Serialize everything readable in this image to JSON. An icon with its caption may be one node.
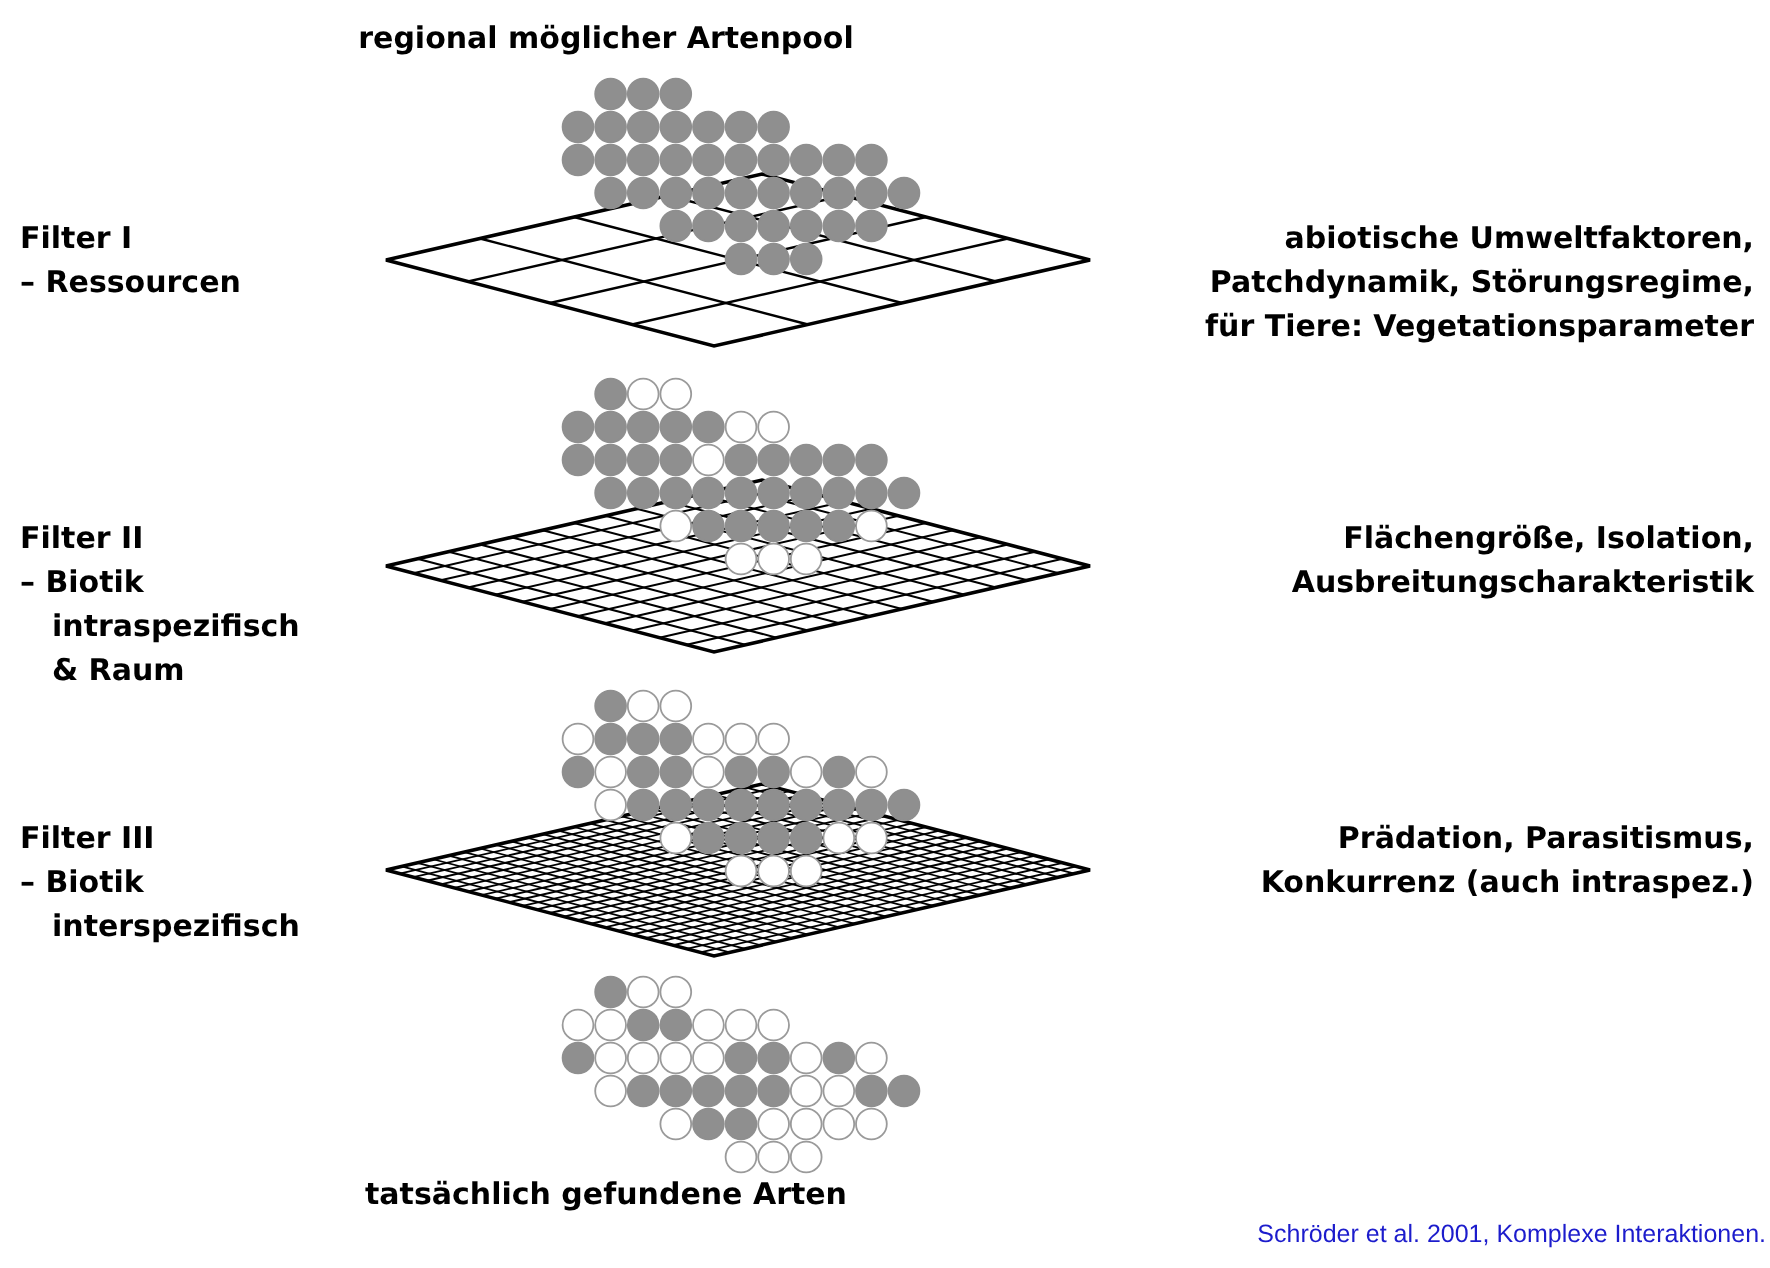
{
  "diagram": {
    "title": "regional möglicher Artenpool",
    "labels": [
      "Filter I",
      "– Ressourcen",
      "abiotische Umweltfaktoren,",
      "Patchdynamik, Störungsregime,",
      "für Tiere: Vegetationsparameter",
      "Filter II",
      "– Biotik",
      "intraspezifisch",
      "& Raum",
      "Flächengröße, Isolation,",
      "Ausbreitungscharakteristik",
      "Filter III",
      "– Biotik",
      "interspezifisch",
      "Prädation, Parasitismus,",
      "Konkurrenz (auch intraspez.)",
      "tatsächlich gefundene Arten",
      "Schröder et al. 2001, Komplexe Interaktionen."
    ]
  }
}
